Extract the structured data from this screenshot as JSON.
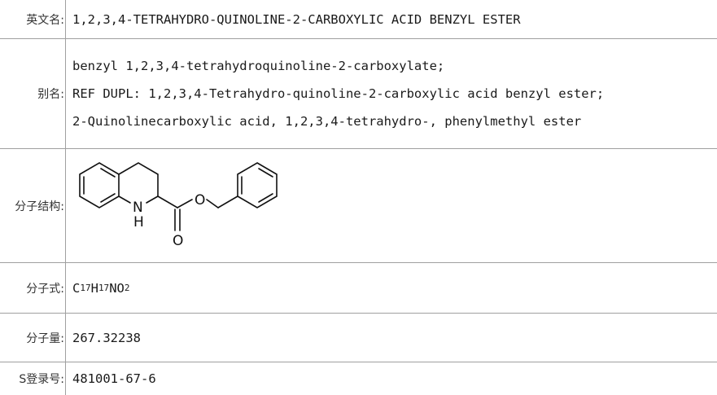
{
  "rows": {
    "english_name": {
      "label": "英文名:",
      "value": "1,2,3,4-TETRAHYDRO-QUINOLINE-2-CARBOXYLIC ACID BENZYL ESTER"
    },
    "alias": {
      "label": "别名:",
      "values": [
        "benzyl 1,2,3,4-tetrahydroquinoline-2-carboxylate;",
        "REF DUPL: 1,2,3,4-Tetrahydro-quinoline-2-carboxylic acid benzyl ester;",
        "2-Quinolinecarboxylic acid, 1,2,3,4-tetrahydro-, phenylmethyl ester"
      ]
    },
    "structure": {
      "label": "分子结构:",
      "atom_labels": {
        "nitrogen": "N",
        "hydrogen": "H",
        "ring_oxygen": "O",
        "carbonyl_oxygen": "O"
      }
    },
    "formula": {
      "label": "分子式:",
      "parts": [
        "C",
        "17",
        "H",
        "17",
        "NO",
        "2"
      ]
    },
    "weight": {
      "label": "分子量:",
      "value": "267.32238"
    },
    "cas": {
      "label": "S登录号:",
      "value": "481001-67-6"
    }
  }
}
